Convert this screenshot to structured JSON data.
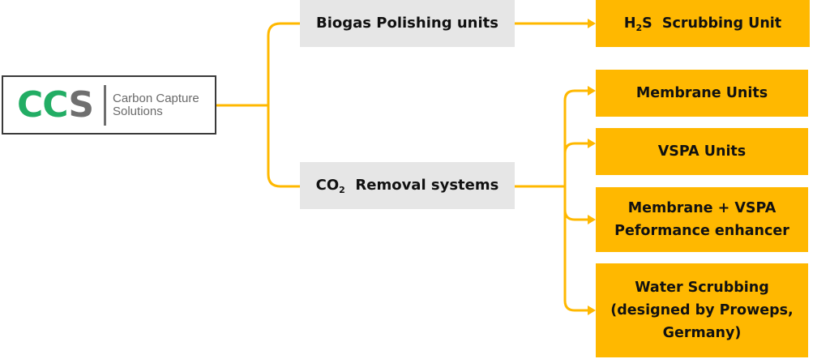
{
  "logo": {
    "mark_green": "CC",
    "mark_grey": "S",
    "line1": "Carbon Capture",
    "line2": "Solutions"
  },
  "colors": {
    "connector": "#ffb800",
    "category_box": "#e6e6e6",
    "product_box": "#ffb800",
    "logo_green": "#22ad64",
    "logo_grey": "#6f6f6f"
  },
  "categories": [
    {
      "id": "biogas",
      "label": "Biogas Polishing units"
    },
    {
      "id": "co2",
      "label_prefix": "CO",
      "label_sub": "2",
      "label_suffix": "Removal systems"
    }
  ],
  "products": [
    {
      "parent": "biogas",
      "label_prefix": "H",
      "label_sub": "2",
      "label_suffix": "S  Scrubbing Unit"
    },
    {
      "parent": "co2",
      "label": "Membrane Units"
    },
    {
      "parent": "co2",
      "label": "VSPA Units"
    },
    {
      "parent": "co2",
      "line1": "Membrane + VSPA",
      "line2": "Peformance enhancer"
    },
    {
      "parent": "co2",
      "line1": "Water Scrubbing",
      "line2": "(designed by Proweps,",
      "line3": "Germany)"
    }
  ]
}
